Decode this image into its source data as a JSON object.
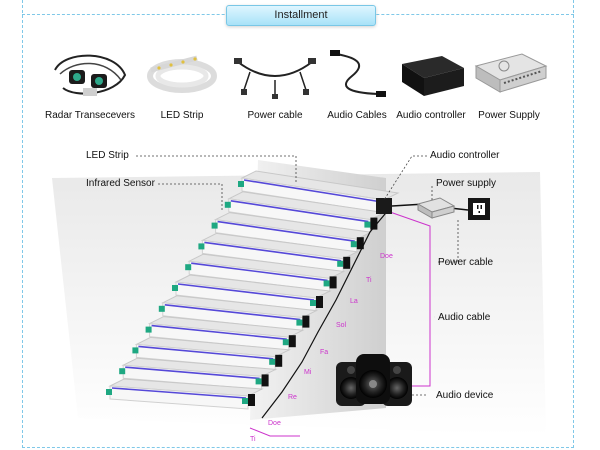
{
  "header": {
    "title": "Installment"
  },
  "products": [
    {
      "name": "Radar Transecevers",
      "icon": "radar-sensor-icon"
    },
    {
      "name": "LED Strip",
      "icon": "led-strip-icon"
    },
    {
      "name": "Power cable",
      "icon": "power-cable-icon"
    },
    {
      "name": "Audio Cables",
      "icon": "audio-cable-icon"
    },
    {
      "name": "Audio controller",
      "icon": "audio-controller-icon"
    },
    {
      "name": "Power Supply",
      "icon": "power-supply-icon"
    }
  ],
  "callouts": {
    "led_strip": "LED Strip",
    "infrared_sensor": "Infrared Sensor",
    "audio_controller": "Audio controller",
    "power_supply": "Power supply",
    "power_cable": "Power cable",
    "audio_cable": "Audio cable",
    "audio_device": "Audio device"
  },
  "notes": [
    "Doe",
    "Ti",
    "La",
    "Sol",
    "Fa",
    "Mi",
    "Re",
    "Doe",
    "Ti"
  ],
  "colors": {
    "accent": "#7fc8e8",
    "led": "#5548d8",
    "sensor": "#1ea882",
    "notes": "#cc33cc",
    "leader": "#444444"
  }
}
